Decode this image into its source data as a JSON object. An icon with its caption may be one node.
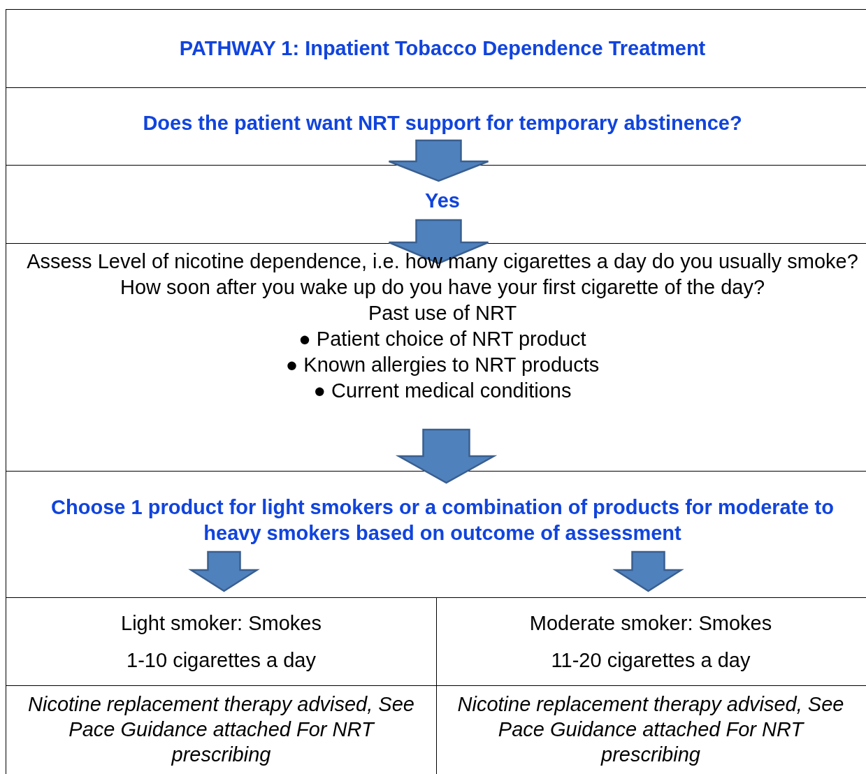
{
  "diagram": {
    "nodes": [
      {
        "text": [
          "PATHWAY 1: Inpatient Tobacco Dependence Treatment"
        ]
      },
      {
        "text": [
          "Does the patient want NRT support for temporary abstinence?"
        ]
      },
      {
        "text": [
          "Yes"
        ]
      },
      {
        "text": [
          "Assess Level of nicotine dependence, i.e. how many cigarettes a day do you usually smoke? How soon after you wake up do you have your first cigarette of the day?",
          "Past use of NRT",
          "● Patient choice of NRT product",
          "● Known allergies to NRT products",
          "● Current medical conditions"
        ]
      },
      {
        "text": [
          "Choose 1 product for light smokers or a combination of products for moderate to heavy smokers based on outcome of assessment"
        ]
      },
      {
        "text": [
          "Light smoker: Smokes",
          "1-10 cigarettes a day"
        ]
      },
      {
        "text": [
          "Moderate smoker: Smokes",
          "11-20 cigarettes a day"
        ]
      },
      {
        "text": [
          "Nicotine replacement therapy advised, See Pace Guidance attached For NRT prescribing"
        ]
      },
      {
        "text": [
          "Nicotine replacement therapy advised, See Pace Guidance attached For NRT prescribing"
        ]
      }
    ],
    "edges": [
      {
        "from": 1,
        "to": 2,
        "arrow": "to"
      },
      {
        "from": 2,
        "to": 3,
        "arrow": "to"
      },
      {
        "from": 3,
        "to": 4,
        "arrow": "to"
      },
      {
        "from": 4,
        "to": 5,
        "arrow": "to"
      },
      {
        "from": 4,
        "to": 6,
        "arrow": "to"
      }
    ]
  }
}
